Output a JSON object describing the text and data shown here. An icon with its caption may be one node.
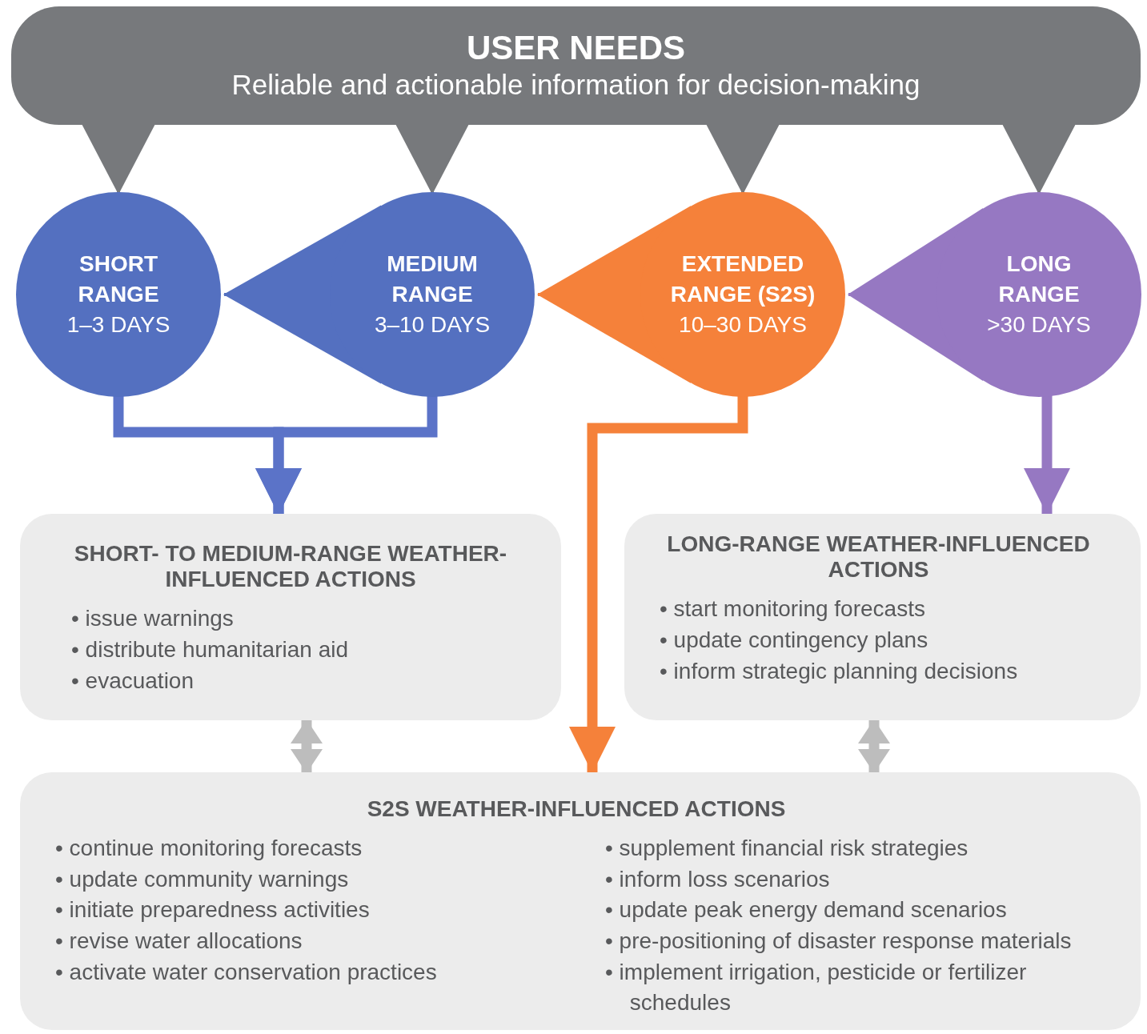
{
  "diagram": {
    "nodes": [
      {
        "text": [
          "USER NEEDS",
          "Reliable and actionable information for decision-making"
        ]
      },
      {
        "text": [
          "SHORT RANGE",
          "1–3 DAYS"
        ]
      },
      {
        "text": [
          "MEDIUM RANGE",
          "3–10 DAYS"
        ]
      },
      {
        "text": [
          "EXTENDED RANGE (S2S)",
          "10–30 DAYS"
        ]
      },
      {
        "text": [
          "LONG RANGE",
          ">30 DAYS"
        ]
      },
      {
        "text": [
          "SHORT- TO MEDIUM-RANGE WEATHER-INFLUENCED ACTIONS",
          "• issue warnings",
          "• distribute humanitarian aid",
          "• evacuation"
        ]
      },
      {
        "text": [
          "LONG-RANGE WEATHER-INFLUENCED ACTIONS",
          "• start monitoring forecasts",
          "• update contingency plans",
          "• inform strategic planning decisions"
        ]
      },
      {
        "text": [
          "S2S WEATHER-INFLUENCED ACTIONS",
          "• continue monitoring forecasts",
          "• update community warnings",
          "• initiate preparedness activities",
          "• revise water allocations",
          "• activate water conservation practices",
          "• supplement financial risk strategies",
          "• inform loss scenarios",
          "• update peak energy demand scenarios",
          "• pre-positioning of disaster response materials",
          "• implement irrigation, pesticide or fertilizer schedules"
        ]
      }
    ],
    "edges": [
      {
        "from": 0,
        "to": 1,
        "arrow": "to",
        "color": "#77797c"
      },
      {
        "from": 0,
        "to": 2,
        "arrow": "to",
        "color": "#77797c"
      },
      {
        "from": 0,
        "to": 3,
        "arrow": "to",
        "color": "#77797c"
      },
      {
        "from": 0,
        "to": 4,
        "arrow": "to",
        "color": "#77797c"
      },
      {
        "from": 2,
        "to": 1,
        "arrow": "to",
        "color": "#5470c0"
      },
      {
        "from": 3,
        "to": 2,
        "arrow": "to",
        "color": "#f5813a"
      },
      {
        "from": 4,
        "to": 3,
        "arrow": "to",
        "color": "#9678c2"
      },
      {
        "from": 1,
        "to": 5,
        "arrow": "to",
        "style": "thick",
        "color": "#5b73c8"
      },
      {
        "from": 2,
        "to": 5,
        "arrow": "to",
        "style": "thick",
        "color": "#5b73c8"
      },
      {
        "from": 3,
        "to": 7,
        "arrow": "to",
        "style": "thick",
        "color": "#f5813a"
      },
      {
        "from": 4,
        "to": 6,
        "arrow": "to",
        "style": "thick",
        "color": "#9678c2"
      },
      {
        "from": 5,
        "to": 7,
        "arrow": "both",
        "style": "thick",
        "color": "#bdbdbd"
      },
      {
        "from": 6,
        "to": 7,
        "arrow": "both",
        "style": "thick",
        "color": "#bdbdbd"
      }
    ]
  }
}
